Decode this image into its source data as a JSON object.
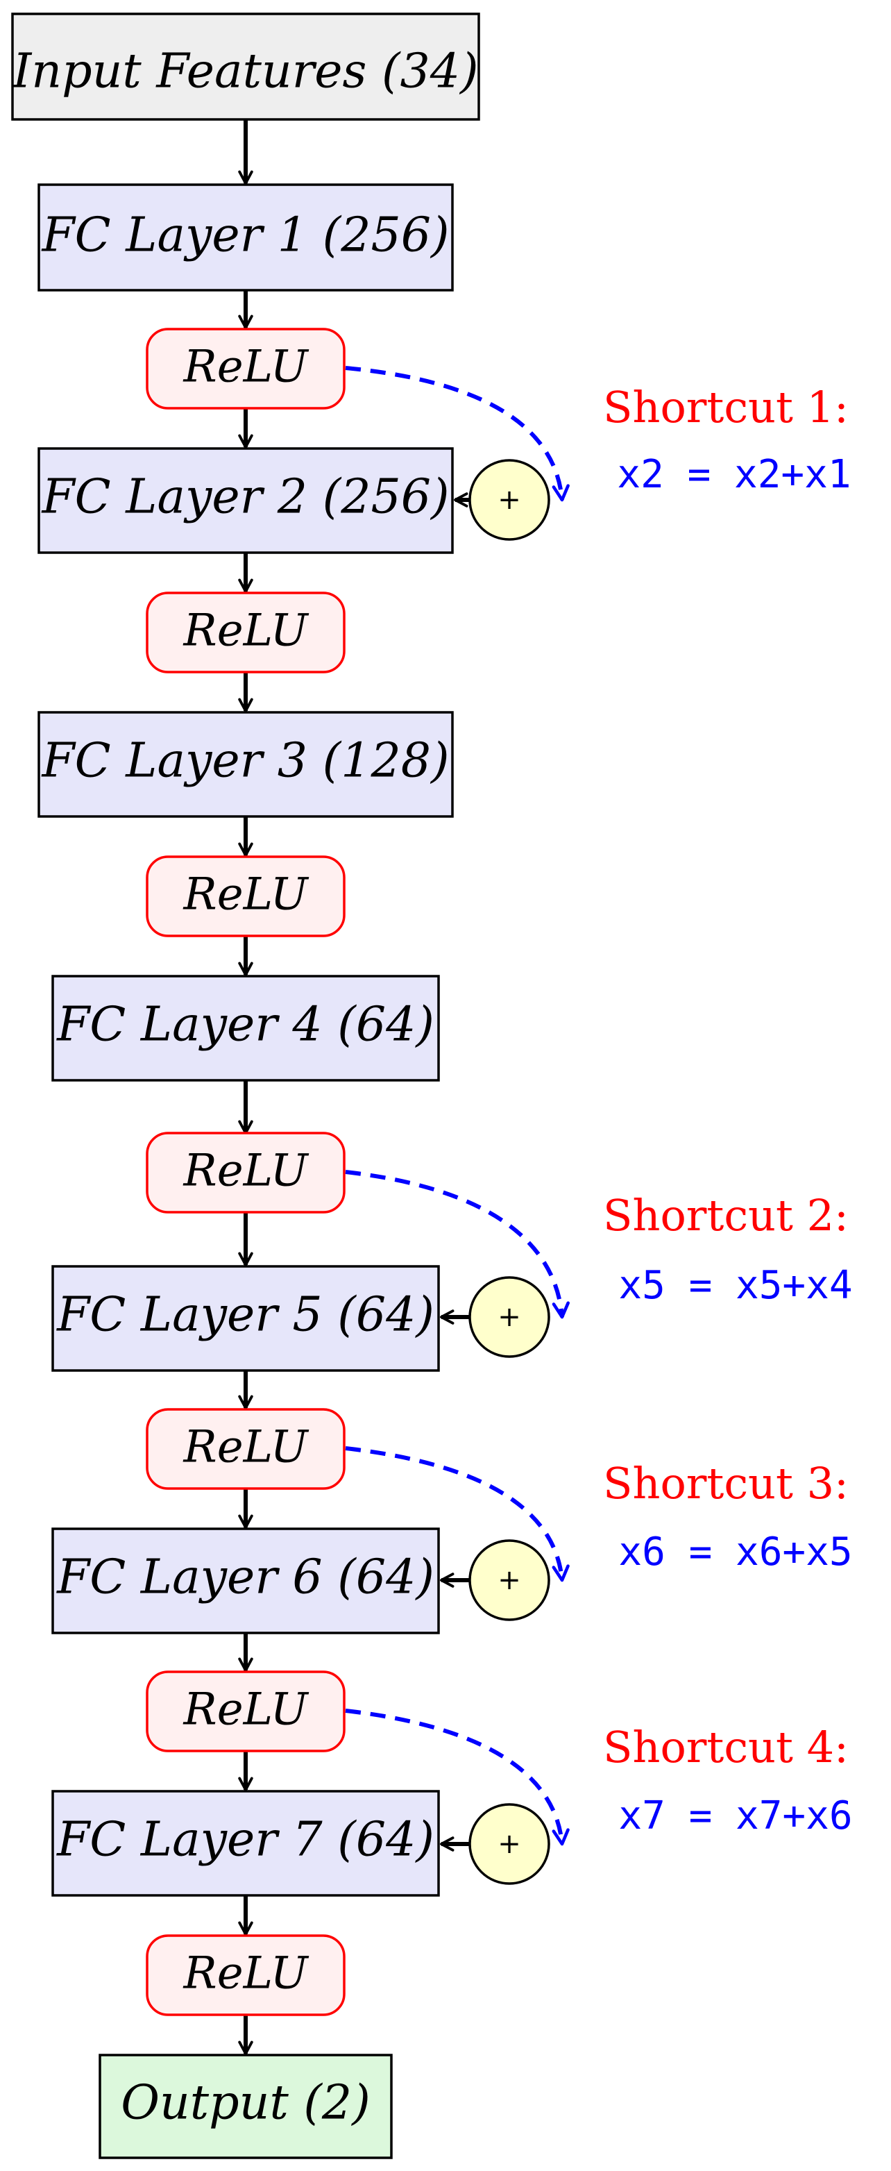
{
  "colors": {
    "layer_fill": "#e6e6fa",
    "input_fill": "#eeeeee",
    "output_fill": "#dcf8dc",
    "relu_stroke": "#ff0000",
    "relu_fill": "#fff0f0",
    "add_fill": "#ffffcc",
    "shortcut_color": "#0000ff",
    "shortcut_title_color": "#ff0000",
    "arrow_color": "#000000"
  },
  "nodes": {
    "input": "Input Features (34)",
    "fc1": "FC Layer 1 (256)",
    "relu1": "ReLU",
    "fc2": "FC Layer 2 (256)",
    "relu2": "ReLU",
    "fc3": "FC Layer 3 (128)",
    "relu3": "ReLU",
    "fc4": "FC Layer 4 (64)",
    "relu4": "ReLU",
    "fc5": "FC Layer 5 (64)",
    "relu5": "ReLU",
    "fc6": "FC Layer 6 (64)",
    "relu6": "ReLU",
    "fc7": "FC Layer 7 (64)",
    "relu7": "ReLU",
    "output": "Output (2)"
  },
  "add_symbol": "+",
  "shortcuts": [
    {
      "title": "Shortcut 1:",
      "equation": "x2 = x2+x1"
    },
    {
      "title": "Shortcut 2:",
      "equation": "x5 = x5+x4"
    },
    {
      "title": "Shortcut 3:",
      "equation": "x6 = x6+x5"
    },
    {
      "title": "Shortcut 4:",
      "equation": "x7 = x7+x6"
    }
  ]
}
